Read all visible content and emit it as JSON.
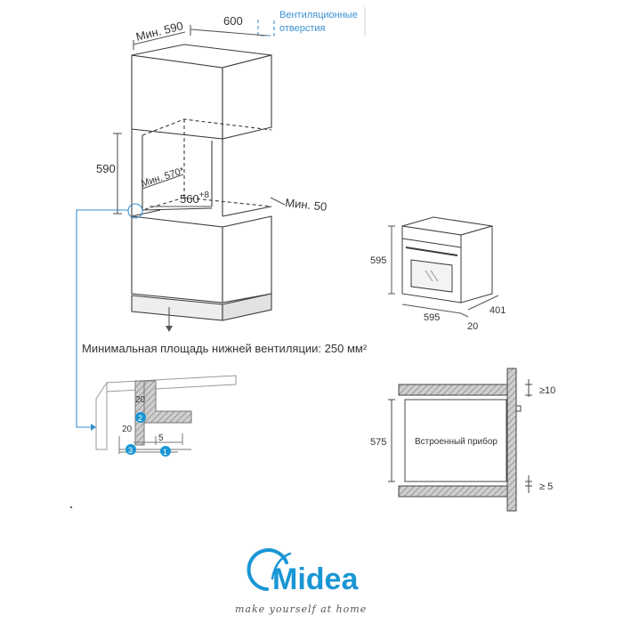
{
  "cabinet": {
    "depth_label": "Мин. 590",
    "width_label": "600",
    "height_label": "590",
    "inner_depth_label": "Мин. 570*",
    "inner_width_label": "560",
    "inner_width_tol": "+8",
    "side_gap_label": "Мин. 50",
    "vent_note_line1": "Вентиляционные",
    "vent_note_line2": "отверстия",
    "bottom_vent_text": "Минимальная площадь нижней вентиляции: 250 мм²"
  },
  "detail": {
    "dim_top": "20",
    "dim_left": "20",
    "dim_bottom": "5",
    "badge_1": "1",
    "badge_2": "2",
    "badge_3": "3"
  },
  "oven": {
    "height_label": "595",
    "width_label": "595",
    "depth_label": "401",
    "front_label": "20"
  },
  "install": {
    "top_gap_label": "≥10",
    "height_label": "575",
    "appliance_label": "Встроенный прибор",
    "bottom_gap_label": "≥ 5"
  },
  "brand": {
    "name": "Midea",
    "slogan": "make yourself at home",
    "color": "#1a96d4"
  }
}
